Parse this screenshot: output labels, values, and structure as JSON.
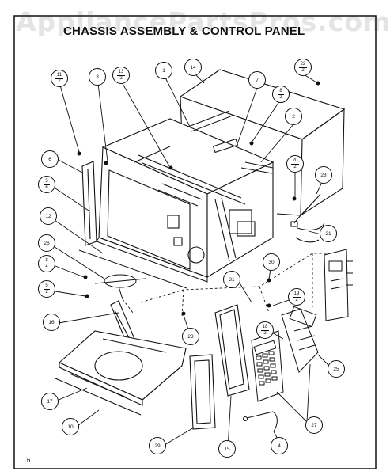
{
  "watermark": "AppliancePartsPros.com",
  "title": "CHASSIS ASSEMBLY & CONTROL PANEL",
  "page_number": "6",
  "callouts": [
    {
      "id": "c11",
      "label": "11",
      "sub": "2"
    },
    {
      "id": "c3",
      "label": "3"
    },
    {
      "id": "c13",
      "label": "13",
      "sub": "2"
    },
    {
      "id": "c1",
      "label": "1"
    },
    {
      "id": "c14",
      "label": "14"
    },
    {
      "id": "c7",
      "label": "7"
    },
    {
      "id": "c22",
      "label": "22",
      "sub": "2"
    },
    {
      "id": "c8a",
      "label": "8",
      "sub": "2"
    },
    {
      "id": "c2",
      "label": "2"
    },
    {
      "id": "c6",
      "label": "6"
    },
    {
      "id": "c5a",
      "label": "5",
      "sub": "6"
    },
    {
      "id": "c20",
      "label": "20",
      "sub": "2"
    },
    {
      "id": "c28",
      "label": "28"
    },
    {
      "id": "c12",
      "label": "12"
    },
    {
      "id": "c21",
      "label": "21"
    },
    {
      "id": "c26",
      "label": "26"
    },
    {
      "id": "c30",
      "label": "30"
    },
    {
      "id": "c8b",
      "label": "8",
      "sub": "4"
    },
    {
      "id": "c5b",
      "label": "5",
      "sub": "2"
    },
    {
      "id": "c31",
      "label": "31"
    },
    {
      "id": "c19",
      "label": "19",
      "sub": "2"
    },
    {
      "id": "c16",
      "label": "16"
    },
    {
      "id": "c23",
      "label": "23"
    },
    {
      "id": "c18",
      "label": "18",
      "sub": "2"
    },
    {
      "id": "c25",
      "label": "25"
    },
    {
      "id": "c17",
      "label": "17"
    },
    {
      "id": "c10",
      "label": "10"
    },
    {
      "id": "c27",
      "label": "27"
    },
    {
      "id": "c29",
      "label": "29"
    },
    {
      "id": "c15",
      "label": "15"
    },
    {
      "id": "c4",
      "label": "4"
    }
  ]
}
